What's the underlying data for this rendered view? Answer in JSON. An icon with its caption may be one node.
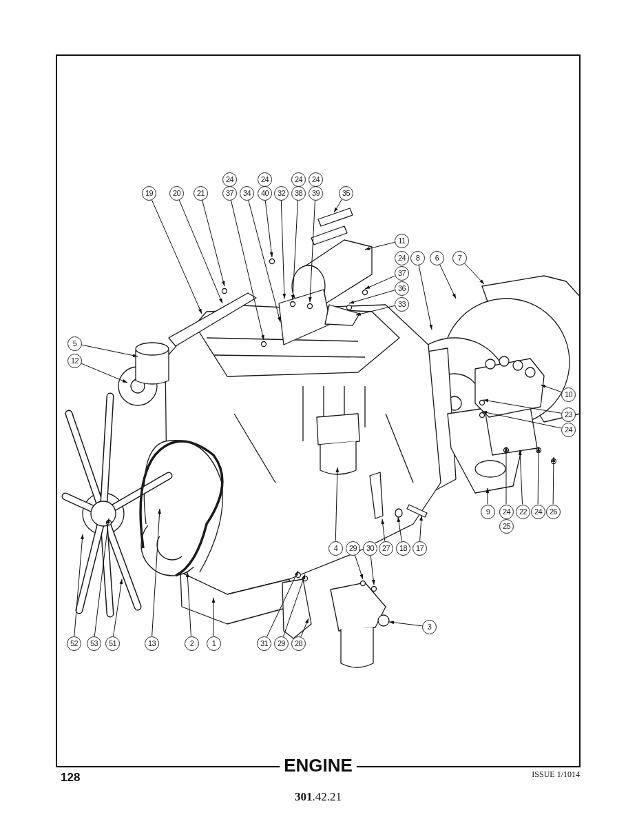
{
  "diagram": {
    "title": "ENGINE",
    "nodes": [
      {
        "text": [
          "24"
        ]
      },
      {
        "text": [
          "24"
        ]
      },
      {
        "text": [
          "24"
        ]
      },
      {
        "text": [
          "24"
        ]
      },
      {
        "text": [
          "19"
        ]
      },
      {
        "text": [
          "20"
        ]
      },
      {
        "text": [
          "21"
        ]
      },
      {
        "text": [
          "37"
        ]
      },
      {
        "text": [
          "34"
        ]
      },
      {
        "text": [
          "40"
        ]
      },
      {
        "text": [
          "32"
        ]
      },
      {
        "text": [
          "38"
        ]
      },
      {
        "text": [
          "39"
        ]
      },
      {
        "text": [
          "35"
        ]
      },
      {
        "text": [
          "11"
        ]
      },
      {
        "text": [
          "24"
        ]
      },
      {
        "text": [
          "8"
        ]
      },
      {
        "text": [
          "6"
        ]
      },
      {
        "text": [
          "7"
        ]
      },
      {
        "text": [
          "37"
        ]
      },
      {
        "text": [
          "36"
        ]
      },
      {
        "text": [
          "33"
        ]
      },
      {
        "text": [
          "5"
        ]
      },
      {
        "text": [
          "12"
        ]
      },
      {
        "text": [
          "10"
        ]
      },
      {
        "text": [
          "23"
        ]
      },
      {
        "text": [
          "24"
        ]
      },
      {
        "text": [
          "9"
        ]
      },
      {
        "text": [
          "24"
        ]
      },
      {
        "text": [
          "22"
        ]
      },
      {
        "text": [
          "24"
        ]
      },
      {
        "text": [
          "26"
        ]
      },
      {
        "text": [
          "25"
        ]
      },
      {
        "text": [
          "4"
        ]
      },
      {
        "text": [
          "29"
        ]
      },
      {
        "text": [
          "30"
        ]
      },
      {
        "text": [
          "27"
        ]
      },
      {
        "text": [
          "18"
        ]
      },
      {
        "text": [
          "17"
        ]
      },
      {
        "text": [
          "3"
        ]
      },
      {
        "text": [
          "52"
        ]
      },
      {
        "text": [
          "53"
        ]
      },
      {
        "text": [
          "51"
        ]
      },
      {
        "text": [
          "13"
        ]
      },
      {
        "text": [
          "2"
        ]
      },
      {
        "text": [
          "1"
        ]
      },
      {
        "text": [
          "31"
        ]
      },
      {
        "text": [
          "29"
        ]
      },
      {
        "text": [
          "28"
        ]
      }
    ],
    "edges": [
      {
        "from": 4,
        "to": null,
        "arrow": "to"
      },
      {
        "from": 5,
        "to": null,
        "arrow": "to"
      },
      {
        "from": 6,
        "to": null,
        "arrow": "to"
      },
      {
        "from": 7,
        "to": null,
        "arrow": "to"
      },
      {
        "from": 8,
        "to": null,
        "arrow": "to"
      },
      {
        "from": 9,
        "to": null,
        "arrow": "to"
      },
      {
        "from": 10,
        "to": null,
        "arrow": "to"
      },
      {
        "from": 11,
        "to": null,
        "arrow": "to"
      },
      {
        "from": 12,
        "to": null,
        "arrow": "to"
      },
      {
        "from": 13,
        "to": null,
        "arrow": "to"
      },
      {
        "from": 14,
        "to": null,
        "arrow": "to"
      },
      {
        "from": 16,
        "to": null,
        "arrow": "to"
      },
      {
        "from": 17,
        "to": null,
        "arrow": "to"
      },
      {
        "from": 18,
        "to": null,
        "arrow": "to"
      },
      {
        "from": 19,
        "to": null,
        "arrow": "to"
      },
      {
        "from": 20,
        "to": null,
        "arrow": "to"
      },
      {
        "from": 21,
        "to": null,
        "arrow": "to"
      },
      {
        "from": 22,
        "to": null,
        "arrow": "to"
      },
      {
        "from": 23,
        "to": null,
        "arrow": "to"
      },
      {
        "from": 24,
        "to": null,
        "arrow": "to"
      },
      {
        "from": 25,
        "to": null,
        "arrow": "to"
      },
      {
        "from": 26,
        "to": null,
        "arrow": "to"
      },
      {
        "from": 27,
        "to": null,
        "arrow": "to"
      },
      {
        "from": 28,
        "to": null,
        "arrow": "to"
      },
      {
        "from": 29,
        "to": null,
        "arrow": "to"
      },
      {
        "from": 30,
        "to": null,
        "arrow": "to"
      },
      {
        "from": 31,
        "to": null,
        "arrow": "to"
      },
      {
        "from": 33,
        "to": null,
        "arrow": "to"
      },
      {
        "from": 34,
        "to": null,
        "arrow": "to"
      },
      {
        "from": 35,
        "to": null,
        "arrow": "to"
      },
      {
        "from": 36,
        "to": null,
        "arrow": "to"
      },
      {
        "from": 37,
        "to": null,
        "arrow": "to"
      },
      {
        "from": 38,
        "to": null,
        "arrow": "to"
      },
      {
        "from": 39,
        "to": null,
        "arrow": "to"
      },
      {
        "from": 40,
        "to": null,
        "arrow": "to"
      },
      {
        "from": 41,
        "to": null,
        "arrow": "to"
      },
      {
        "from": 42,
        "to": null,
        "arrow": "to"
      },
      {
        "from": 43,
        "to": null,
        "arrow": "to"
      },
      {
        "from": 44,
        "to": null,
        "arrow": "to"
      },
      {
        "from": 45,
        "to": null,
        "arrow": "to"
      },
      {
        "from": 46,
        "to": null,
        "arrow": "to"
      },
      {
        "from": 47,
        "to": null,
        "arrow": "to"
      },
      {
        "from": 48,
        "to": null,
        "arrow": "to"
      }
    ],
    "labels": [
      "128",
      "ISSUE 1/1014",
      "**301**.42.21"
    ]
  }
}
